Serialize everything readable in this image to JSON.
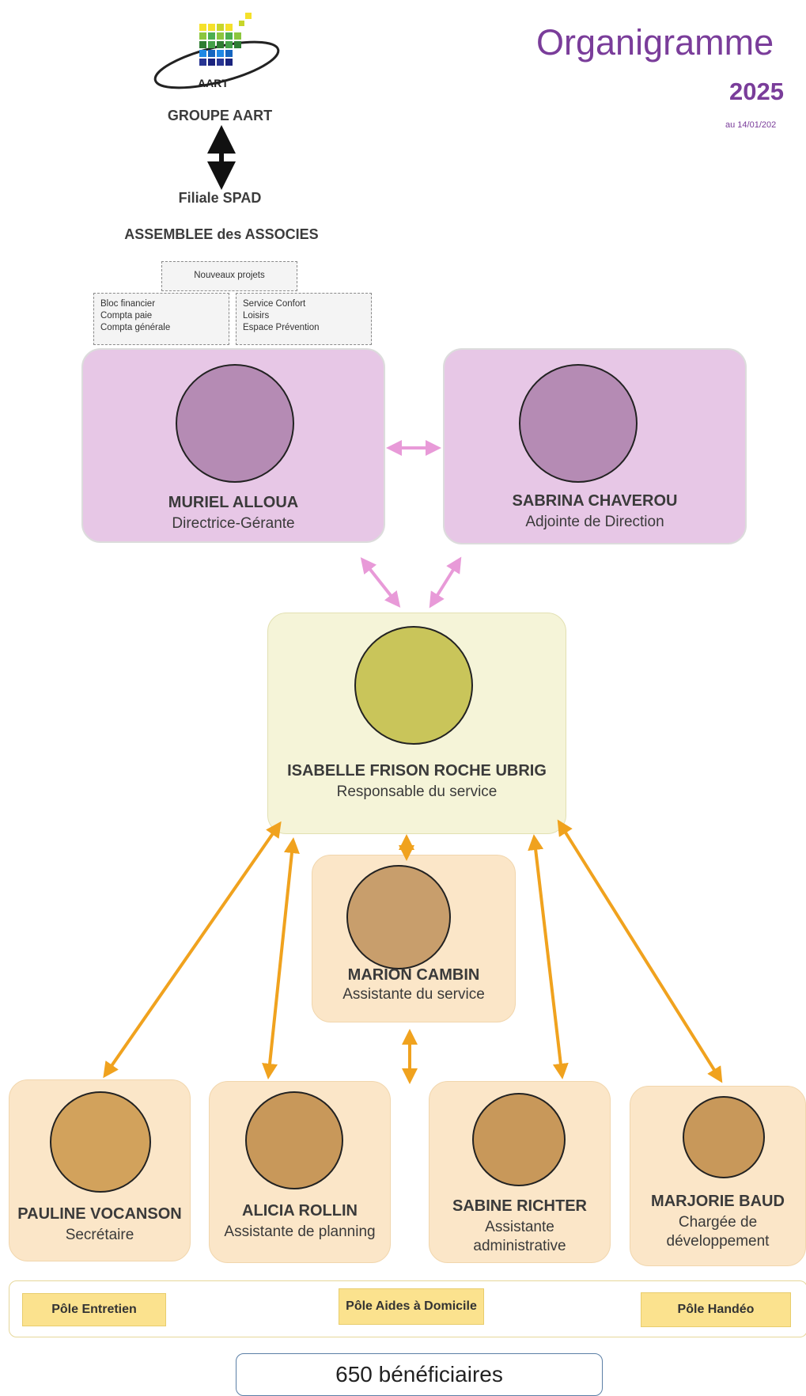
{
  "header": {
    "title": "Organigramme",
    "year": "2025",
    "date": "au 14/01/202"
  },
  "logo": {
    "text": "AART"
  },
  "top": {
    "groupe": "GROUPE AART",
    "filiale": "Filiale SPAD",
    "assemblee": "ASSEMBLEE des ASSOCIES"
  },
  "projects": {
    "new": "Nouveaux projets",
    "finance": [
      "Bloc financier",
      "Compta paie",
      "Compta générale"
    ],
    "services": [
      "Service Confort",
      "Loisirs",
      "Espace Prévention"
    ]
  },
  "people": {
    "muriel": {
      "name": "MURIEL ALLOUA",
      "role": "Directrice-Gérante"
    },
    "sabrina": {
      "name": "SABRINA CHAVEROU",
      "role": "Adjointe de Direction"
    },
    "isabelle": {
      "name": "ISABELLE FRISON ROCHE UBRIG",
      "role": "Responsable du service"
    },
    "marion": {
      "name": "MARION CAMBIN",
      "role": "Assistante du service"
    },
    "pauline": {
      "name": "PAULINE VOCANSON",
      "role": "Secrétaire"
    },
    "alicia": {
      "name": "ALICIA ROLLIN",
      "role": "Assistante de planning"
    },
    "sabine": {
      "name": "SABINE RICHTER",
      "role1": "Assistante",
      "role2": "administrative"
    },
    "marjorie": {
      "name": "MARJORIE BAUD",
      "role1": "Chargée de",
      "role2": "développement"
    }
  },
  "poles": {
    "entretien": "Pôle Entretien",
    "aides": "Pôle Aides à Domicile",
    "handeo": "Pôle Handéo"
  },
  "beneficiaires": "650 bénéficiaires",
  "colors": {
    "title": "#7a3d9a",
    "purple_card": "#e7c7e6",
    "yellow_card": "#f5f4d8",
    "peach_card": "#fbe6c8",
    "pink_arrow": "#e89ad8",
    "orange_arrow": "#f0a21e",
    "pole": "#fbe28e"
  }
}
